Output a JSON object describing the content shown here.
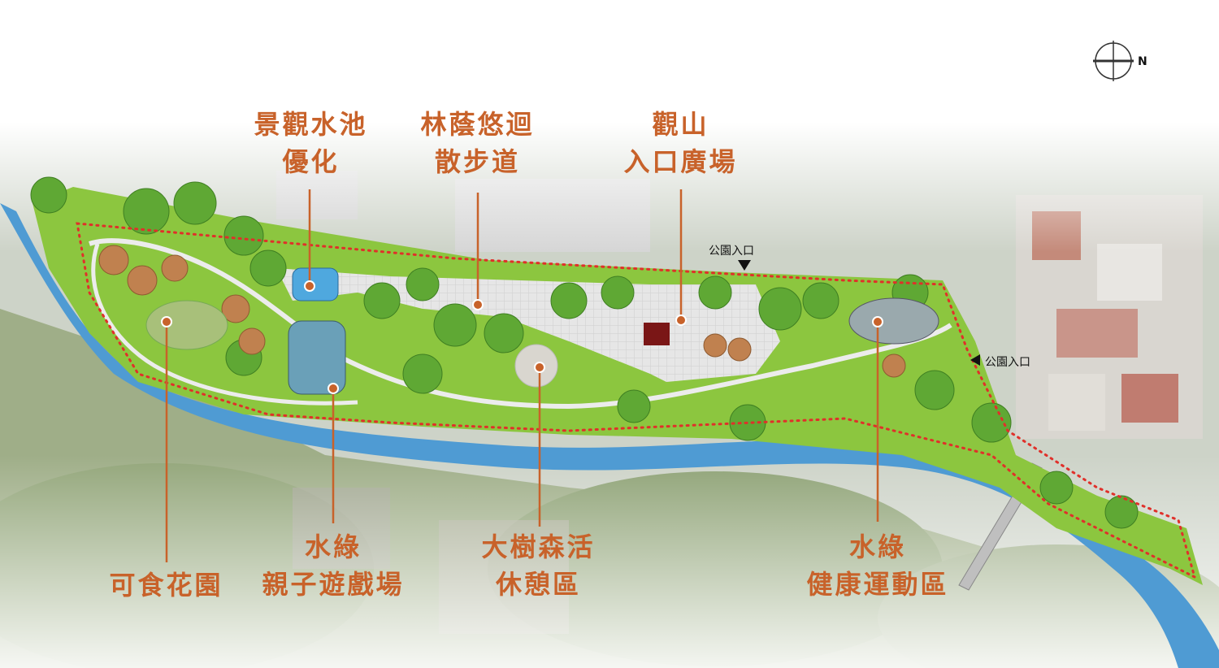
{
  "compass": {
    "label": "N",
    "icon": "north-arrow-icon"
  },
  "callouts": {
    "pond": {
      "line1": "景觀水池",
      "line2": "優化"
    },
    "trail": {
      "line1": "林蔭悠迴",
      "line2": "散步道"
    },
    "plaza": {
      "line1": "觀山",
      "line2": "入口廣場"
    },
    "garden": {
      "line1": "可食花園"
    },
    "playground": {
      "line1": "水綠",
      "line2": "親子遊戲場"
    },
    "tree_rest": {
      "line1": "大樹森活",
      "line2": "休憩區"
    },
    "fitness": {
      "line1": "水綠",
      "line2": "健康運動區"
    }
  },
  "entrances": {
    "top": {
      "label": "公園入口",
      "icon": "triangle-down-icon"
    },
    "right": {
      "label": "公園入口",
      "icon": "triangle-left-icon"
    }
  },
  "colors": {
    "label": "#c8622a",
    "boundary": "#e0302a",
    "river": "#4f9bd3",
    "park_green": "#8cc63f"
  }
}
